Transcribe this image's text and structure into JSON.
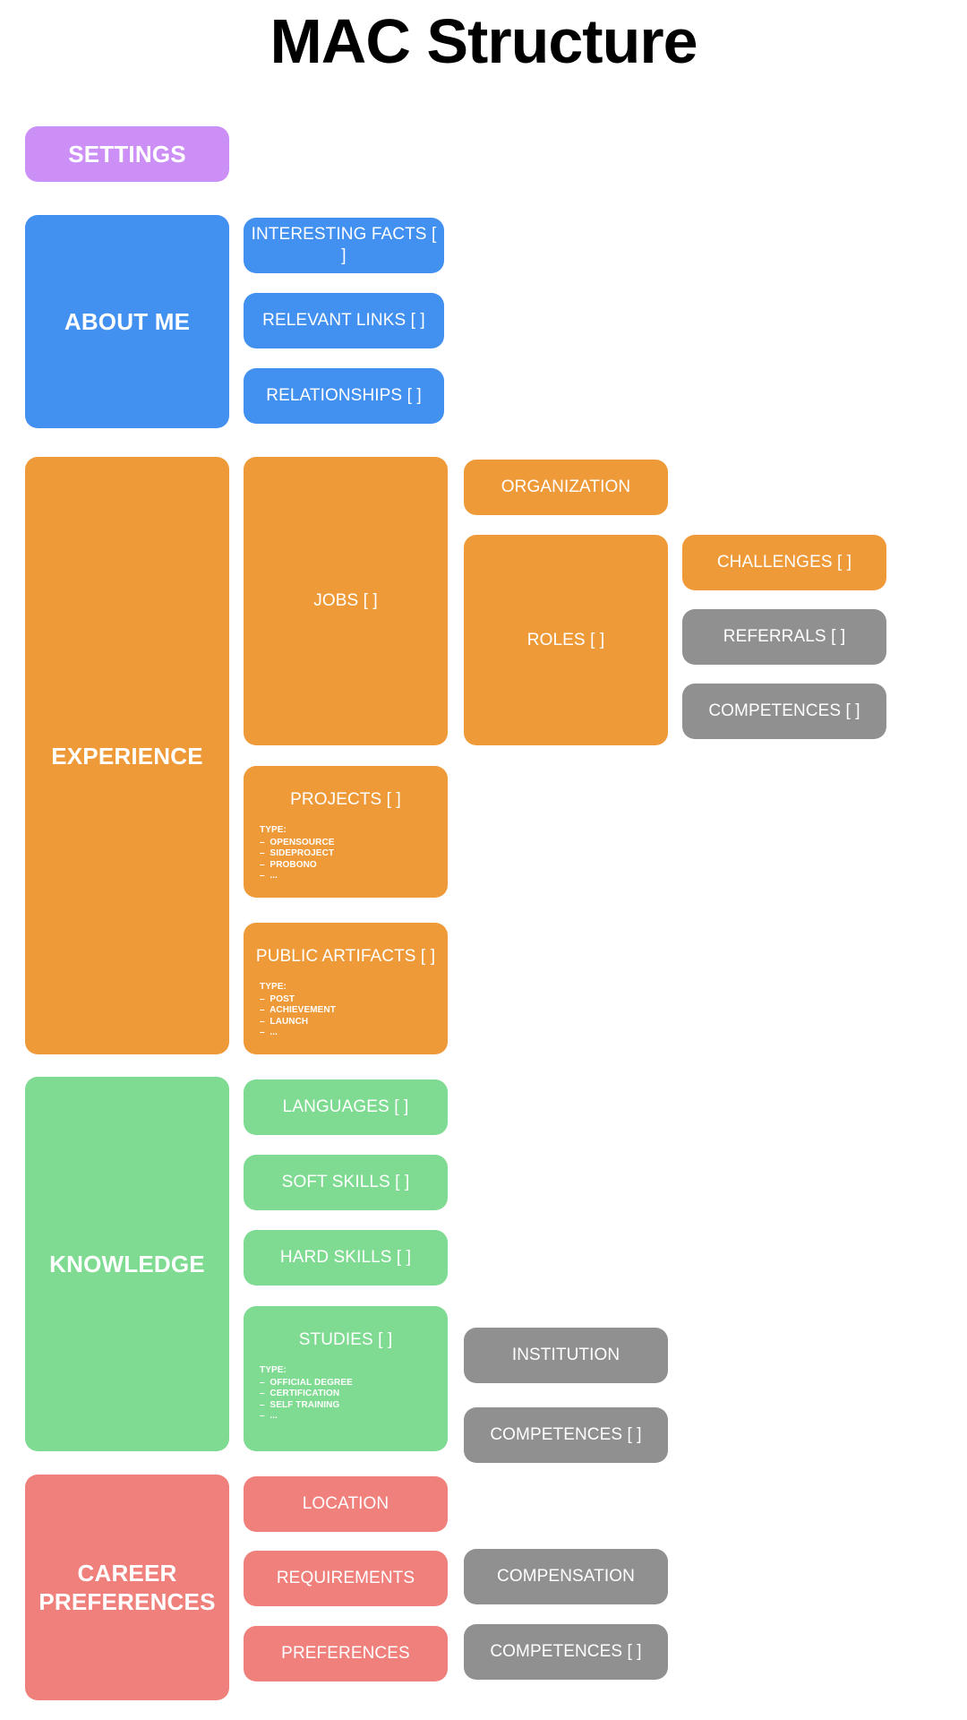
{
  "page": {
    "title": "MAC Structure",
    "background": "#ffffff"
  },
  "colors": {
    "settings_purple": "#cc8ff5",
    "about_blue": "#4290f0",
    "experience_orange": "#ef9a39",
    "knowledge_green": "#7fdb92",
    "career_red": "#ef807c",
    "neutral_gray": "#909090",
    "text_on_node": "#ffffff",
    "title_text": "#000000"
  },
  "sections": [
    {
      "id": "settings",
      "label": "SETTINGS",
      "color": "#cc8ff5",
      "children": []
    },
    {
      "id": "about-me",
      "label": "ABOUT ME",
      "color": "#4290f0",
      "children": [
        {
          "id": "interesting-facts",
          "label": "INTERESTING FACTS [ ]",
          "color": "#4290f0"
        },
        {
          "id": "relevant-links",
          "label": "RELEVANT LINKS [ ]",
          "color": "#4290f0"
        },
        {
          "id": "relationships",
          "label": "RELATIONSHIPS [ ]",
          "color": "#4290f0"
        }
      ]
    },
    {
      "id": "experience",
      "label": "EXPERIENCE",
      "color": "#ef9a39",
      "children": [
        {
          "id": "jobs",
          "label": "JOBS [ ]",
          "color": "#ef9a39",
          "children": [
            {
              "id": "organization",
              "label": "ORGANIZATION",
              "color": "#ef9a39"
            },
            {
              "id": "roles",
              "label": "ROLES [ ]",
              "color": "#ef9a39",
              "children": [
                {
                  "id": "challenges",
                  "label": "CHALLENGES [ ]",
                  "color": "#ef9a39"
                },
                {
                  "id": "referrals",
                  "label": "REFERRALS [ ]",
                  "color": "#909090"
                },
                {
                  "id": "competences",
                  "label": "COMPETENCES [ ]",
                  "color": "#909090"
                }
              ]
            }
          ]
        },
        {
          "id": "projects",
          "label": "PROJECTS [ ]",
          "color": "#ef9a39",
          "type_heading": "TYPE:",
          "type_items": [
            "OPENSOURCE",
            "SIDEPROJECT",
            "PROBONO",
            "..."
          ]
        },
        {
          "id": "public-artifacts",
          "label": "PUBLIC ARTIFACTS [ ]",
          "color": "#ef9a39",
          "type_heading": "TYPE:",
          "type_items": [
            "POST",
            "ACHIEVEMENT",
            "LAUNCH",
            "..."
          ]
        }
      ]
    },
    {
      "id": "knowledge",
      "label": "KNOWLEDGE",
      "color": "#7fdb92",
      "children": [
        {
          "id": "languages",
          "label": "LANGUAGES [ ]",
          "color": "#7fdb92"
        },
        {
          "id": "soft-skills",
          "label": "SOFT SKILLS [ ]",
          "color": "#7fdb92"
        },
        {
          "id": "hard-skills",
          "label": "HARD SKILLS [ ]",
          "color": "#7fdb92"
        },
        {
          "id": "studies",
          "label": "STUDIES [ ]",
          "color": "#7fdb92",
          "type_heading": "TYPE:",
          "type_items": [
            "OFFICIAL DEGREE",
            "CERTIFICATION",
            "SELF TRAINING",
            "..."
          ],
          "children": [
            {
              "id": "institution",
              "label": "INSTITUTION",
              "color": "#909090"
            },
            {
              "id": "studies-competences",
              "label": "COMPETENCES [ ]",
              "color": "#909090"
            }
          ]
        }
      ]
    },
    {
      "id": "career-preferences",
      "label": "CAREER PREFERENCES",
      "label_lines": [
        "CAREER",
        "PREFERENCES"
      ],
      "color": "#ef807c",
      "children": [
        {
          "id": "location",
          "label": "LOCATION",
          "color": "#ef807c"
        },
        {
          "id": "requirements",
          "label": "REQUIREMENTS",
          "color": "#ef807c",
          "children": [
            {
              "id": "compensation",
              "label": "COMPENSATION",
              "color": "#909090"
            }
          ]
        },
        {
          "id": "preferences",
          "label": "PREFERENCES",
          "color": "#ef807c",
          "children": [
            {
              "id": "career-competences",
              "label": "COMPETENCES [ ]",
              "color": "#909090"
            }
          ]
        }
      ]
    }
  ]
}
